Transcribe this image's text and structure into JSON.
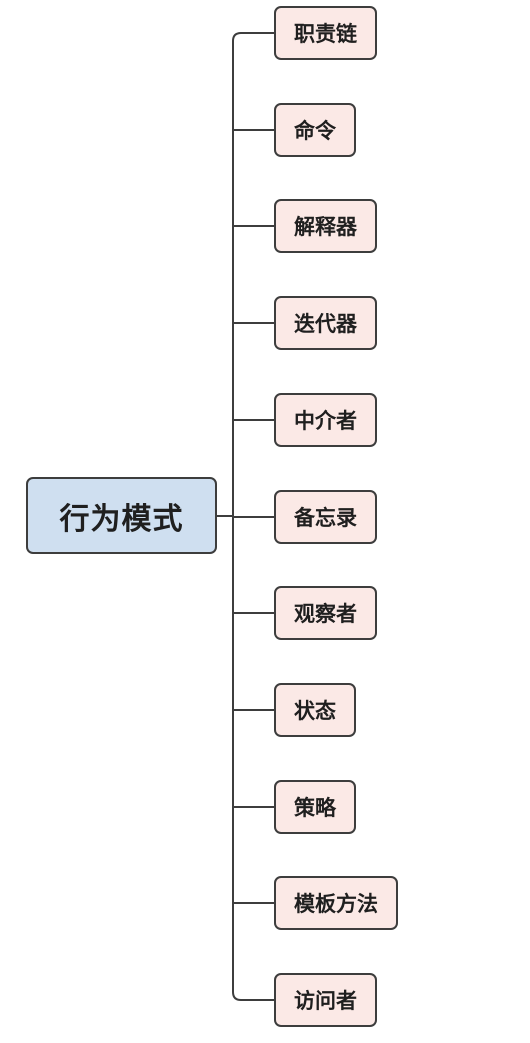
{
  "diagram": {
    "type": "mind-map",
    "root": {
      "label": "行为模式"
    },
    "children": [
      {
        "label": "职责链"
      },
      {
        "label": "命令"
      },
      {
        "label": "解释器"
      },
      {
        "label": "迭代器"
      },
      {
        "label": "中介者"
      },
      {
        "label": "备忘录"
      },
      {
        "label": "观察者"
      },
      {
        "label": "状态"
      },
      {
        "label": "策略"
      },
      {
        "label": "模板方法"
      },
      {
        "label": "访问者"
      }
    ],
    "colors": {
      "root_fill": "#cfdff0",
      "child_fill": "#fbe9e6",
      "border": "#3d3d3d",
      "connector": "#3d3d3d"
    }
  }
}
